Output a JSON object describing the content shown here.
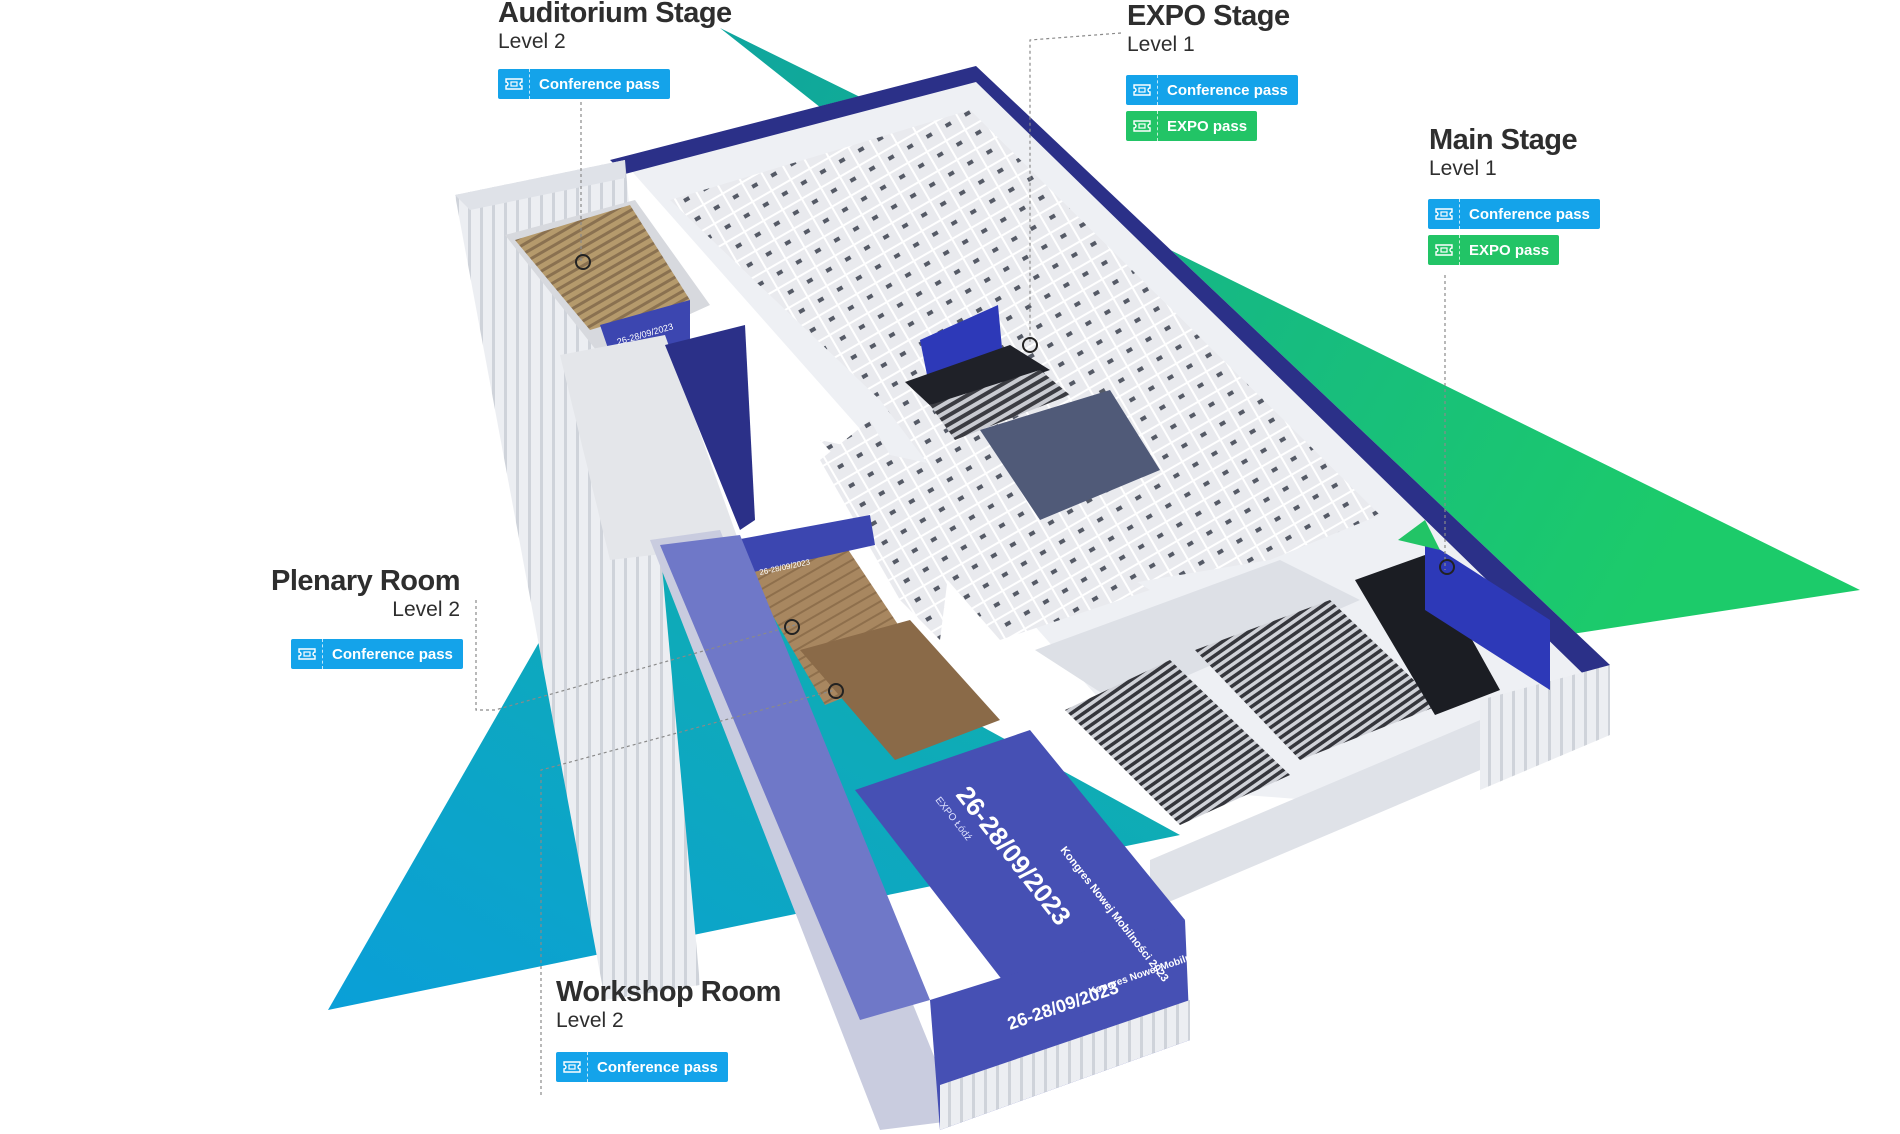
{
  "colors": {
    "conference_pass": "#14a3ea",
    "expo_pass": "#22c466",
    "brand_blue": "#2c2f8c",
    "banner_violet": "#4650b4",
    "teal": "#0fa8a0",
    "green": "#12c46e"
  },
  "venue_branding": {
    "event_name": "Kongres Nowej Mobilności 2023",
    "event_dates": "26-28/09/2023",
    "event_venue": "EXPO Łódź"
  },
  "stages": {
    "auditorium": {
      "title": "Auditorium Stage",
      "level": "Level 2",
      "passes": [
        "Conference pass"
      ]
    },
    "expo": {
      "title": "EXPO Stage",
      "level": "Level 1",
      "passes": [
        "Conference pass",
        "EXPO pass"
      ]
    },
    "main": {
      "title": "Main Stage",
      "level": "Level 1",
      "passes": [
        "Conference pass",
        "EXPO pass"
      ]
    },
    "plenary": {
      "title": "Plenary Room",
      "level": "Level 2",
      "passes": [
        "Conference pass"
      ]
    },
    "workshop": {
      "title": "Workshop Room",
      "level": "Level 2",
      "passes": [
        "Conference pass"
      ]
    }
  },
  "icons": {
    "pass": "ticket-icon",
    "location": "location-marker-icon"
  }
}
